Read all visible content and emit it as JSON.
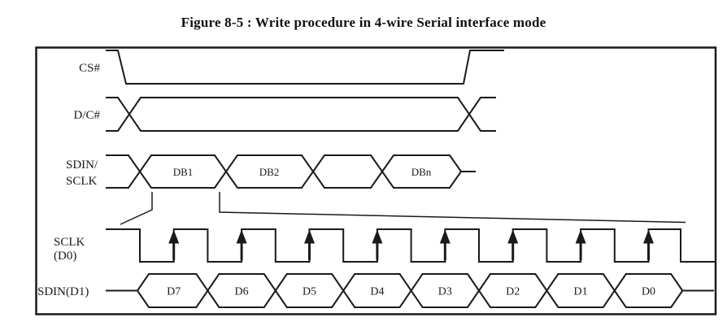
{
  "figure_title": "Figure 8-5 : Write procedure in 4-wire Serial interface mode",
  "signal_labels": {
    "cs": "CS#",
    "dc": "D/C#",
    "bus_line1": "SDIN/",
    "bus_line2": "SCLK",
    "clock_line1": "SCLK",
    "clock_line2": "(D0)",
    "sdin": "SDIN(D1)"
  },
  "bus_cells": [
    "DB1",
    "DB2",
    "",
    "DBn"
  ],
  "data_bits": [
    "D7",
    "D6",
    "D5",
    "D4",
    "D3",
    "D2",
    "D1",
    "D0"
  ],
  "colors": {
    "line": "#1a1a1a",
    "background": "#ffffff"
  }
}
